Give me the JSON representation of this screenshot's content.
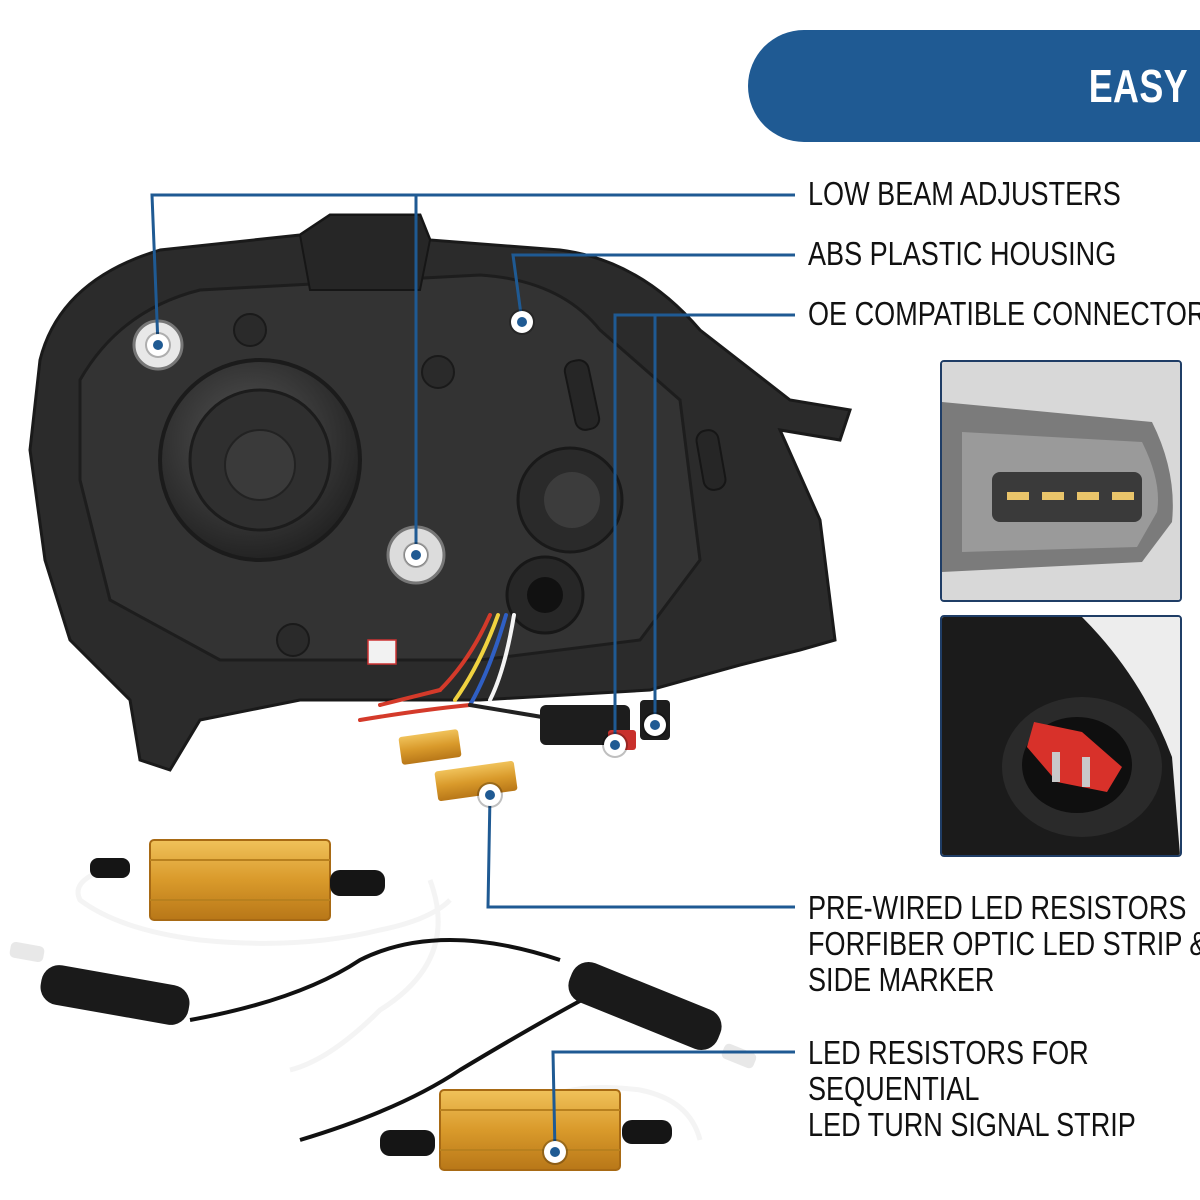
{
  "banner": {
    "title": "EASY INSTALLATION",
    "color": "#1f5a93"
  },
  "callouts": {
    "low_beam": "LOW BEAM ADJUSTERS",
    "housing": "ABS PLASTIC HOUSING",
    "connectors": "OE COMPATIBLE CONNECTORS",
    "prewired": [
      "PRE-WIRED LED RESISTORS",
      "FORFIBER OPTIC LED STRIP &",
      "SIDE MARKER"
    ],
    "sequential": [
      "LED RESISTORS FOR",
      "SEQUENTIAL",
      "LED TURN SIGNAL STRIP"
    ]
  },
  "colors": {
    "leader_line": "#1f5a93",
    "housing": "#2b2b2b",
    "resistor": "#d99a2b",
    "inset_border": "#1f3d66"
  },
  "icons": [
    "callout-marker-icon"
  ]
}
